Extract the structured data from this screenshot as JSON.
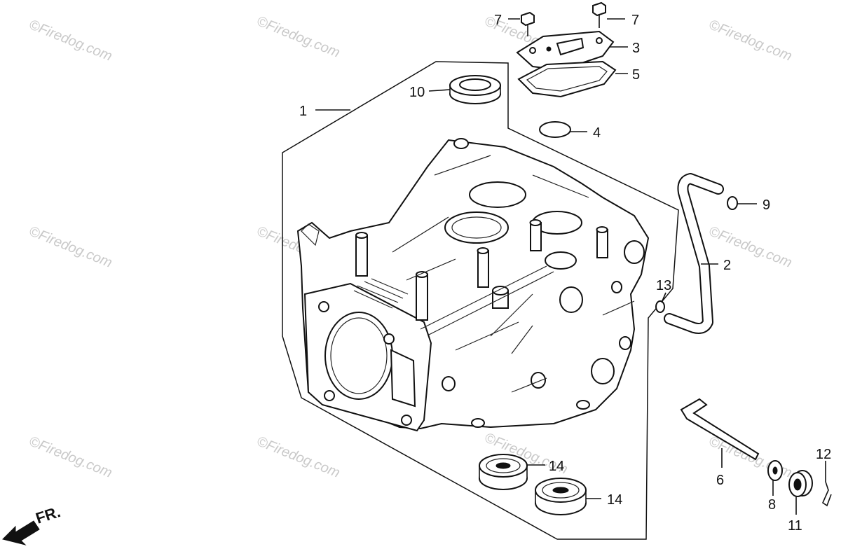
{
  "watermark": "©Firedog.com",
  "front_marker": "FR.",
  "callouts": {
    "c1": "1",
    "c2": "2",
    "c3": "3",
    "c4": "4",
    "c5": "5",
    "c6": "6",
    "c7a": "7",
    "c7b": "7",
    "c8": "8",
    "c9": "9",
    "c10": "10",
    "c11": "11",
    "c12": "12",
    "c13": "13",
    "c14a": "14",
    "c14b": "14"
  }
}
